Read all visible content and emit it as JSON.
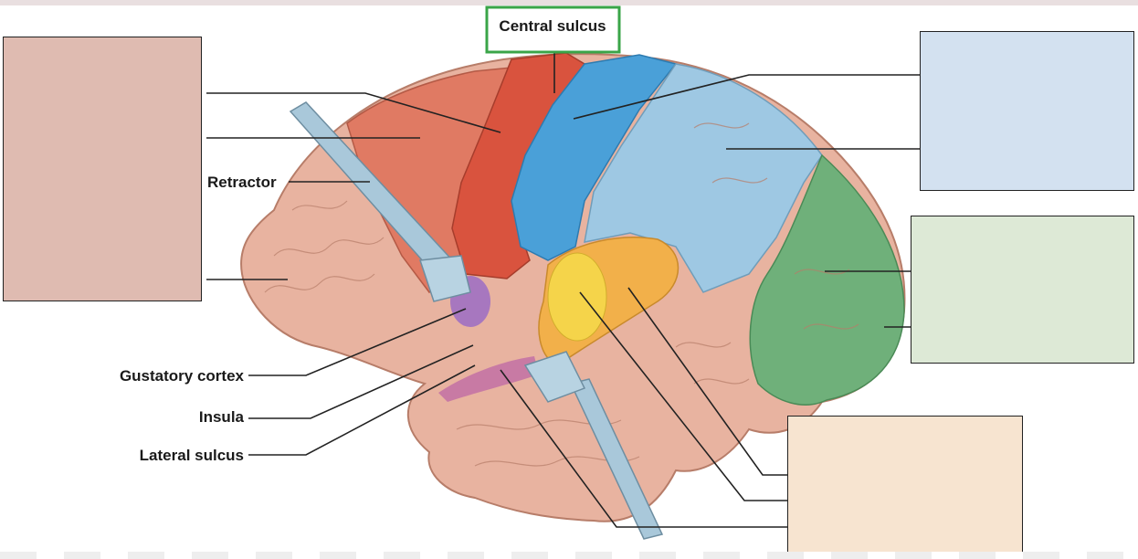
{
  "labels": {
    "central_sulcus": "Central sulcus",
    "retractor": "Retractor",
    "gustatory_cortex": "Gustatory cortex",
    "insula": "Insula",
    "lateral_sulcus": "Lateral sulcus"
  },
  "colors": {
    "frontal_region": "#e07a63",
    "motor_red": "#d9533e",
    "somatosensory_blue": "#4aa0d8",
    "parietal_lightblue": "#9ec8e3",
    "occipital_green": "#6fb07a",
    "auditory_yellow": "#f5d44a",
    "auditory_orange": "#f2b04a",
    "gustatory_purple": "#9b6cc4",
    "lateral_sulcus_pink": "#c87aa4",
    "brain_tissue": "#e8b3a0",
    "box_pink": "#dfbbb1",
    "box_blue": "#d3e1f0",
    "box_green": "#dde9d6",
    "box_peach": "#f7e4d0",
    "central_sulcus_outline": "#3aa548"
  }
}
